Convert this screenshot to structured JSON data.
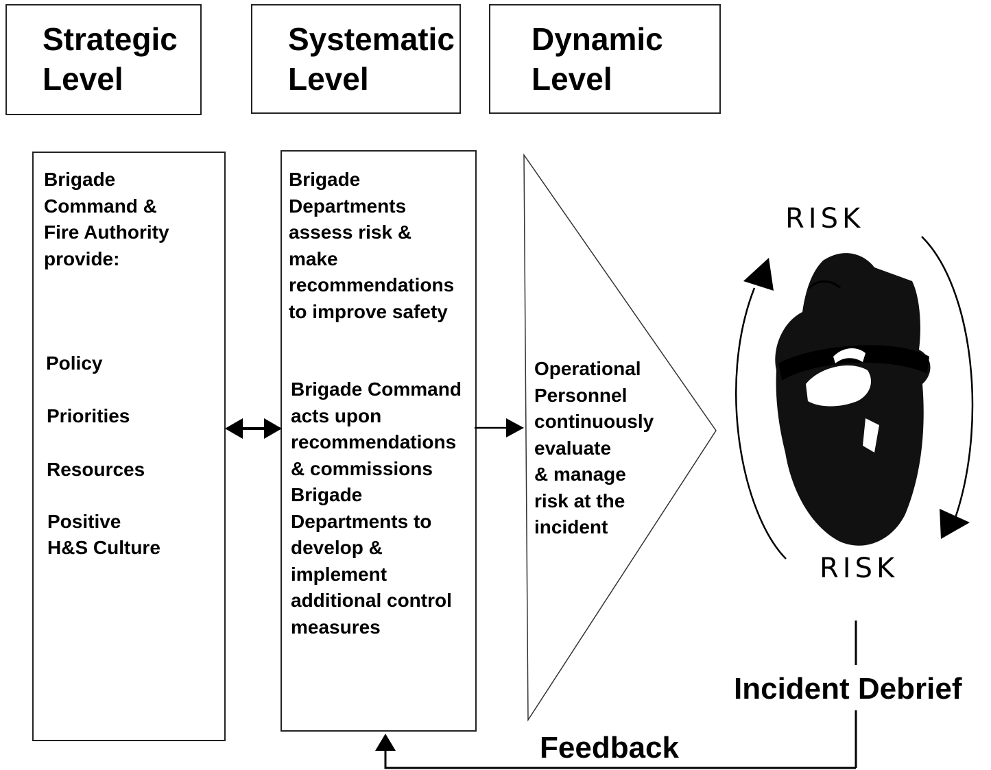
{
  "headers": {
    "strategic": [
      "Strategic",
      "Level"
    ],
    "systematic": [
      "Systematic",
      "Level"
    ],
    "dynamic": [
      "Dynamic",
      "Level"
    ]
  },
  "strategic_column": {
    "intro": [
      "Brigade",
      "Command &",
      "Fire Authority",
      "provide:"
    ],
    "items": [
      "Policy",
      "Priorities",
      "Resources",
      "Positive",
      "H&S Culture"
    ]
  },
  "systematic_column": {
    "block1": [
      "Brigade",
      "Departments",
      "assess risk &",
      "make",
      "recommendations",
      "to improve safety"
    ],
    "block2": [
      "Brigade Command",
      "acts upon",
      "recommendations",
      "& commissions",
      "Brigade",
      "Departments to",
      "develop &",
      "implement",
      "additional control",
      "measures"
    ]
  },
  "dynamic_column": {
    "text": [
      "Operational",
      "Personnel",
      "continuously",
      "evaluate",
      "& manage",
      "risk at the",
      "incident"
    ]
  },
  "risk_cycle": {
    "top_label": "RISK",
    "bottom_label": "RISK"
  },
  "incident_debrief": "Incident Debrief",
  "feedback": "Feedback"
}
